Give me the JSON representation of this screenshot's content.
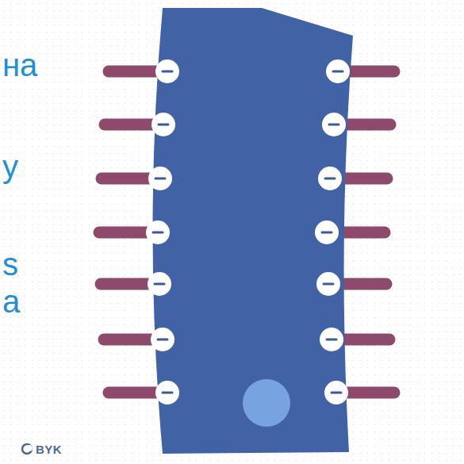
{
  "diagram": {
    "labels": [
      "на",
      "у",
      "s",
      "а",
      "BYK"
    ]
  }
}
